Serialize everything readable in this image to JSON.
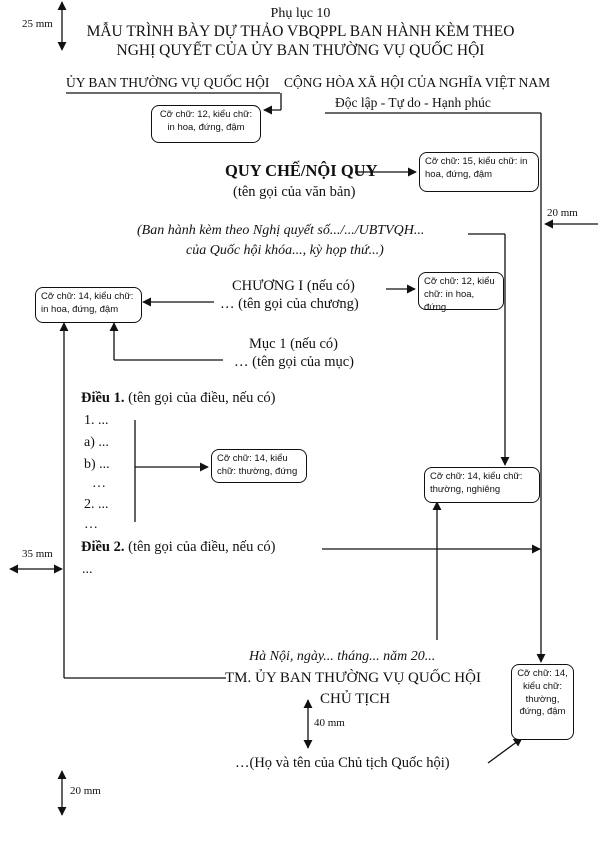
{
  "header": {
    "appendix": "Phụ lục 10",
    "title_line1": "MẪU TRÌNH BÀY DỰ THẢO VBQPPL BAN HÀNH KÈM THEO",
    "title_line2": "NGHỊ QUYẾT CỦA ỦY BAN THƯỜNG VỤ QUỐC HỘI"
  },
  "issuer": "ỦY BAN THƯỜNG VỤ QUỐC HỘI",
  "nation": {
    "name": "CỘNG HÒA XÃ HỘI CỦA NGHĨA VIỆT NAM",
    "motto": "Độc lập - Tự do - Hạnh phúc"
  },
  "doc": {
    "type": "QUY CHẾ/NỘI QUY",
    "name": "(tên gọi của văn bản)",
    "issued_line1": "(Ban hành kèm theo Nghị quyết số.../.../UBTVQH...",
    "issued_line2": "của Quốc hội khóa..., kỳ họp thứ...)",
    "chapter": "CHƯƠNG I (nếu có)",
    "chapter_name": "… (tên gọi của chương)",
    "section": "Mục 1 (nếu có)",
    "section_name": "… (tên gọi của mục)",
    "article1_label": "Điều 1.",
    "article1_name": " (tên gọi của điều, nếu có)",
    "items": [
      "1. ...",
      "a) ...",
      "b) ...",
      "…",
      "2. ...",
      "…"
    ],
    "article2_label": "Điều 2.",
    "article2_name": " (tên gọi của điều, nếu có)",
    "article2_more": "...",
    "place_date": "Hà Nội, ngày... tháng... năm 20...",
    "sign_org": "TM. ỦY BAN THƯỜNG VỤ QUỐC HỘI",
    "sign_title": "CHỦ TỊCH",
    "signer": "…(Họ và tên của Chủ tịch Quốc hội)"
  },
  "notes": {
    "n_issuer": [
      "Cỡ chữ: 12, kiểu chữ:",
      "in hoa, đứng, đậm"
    ],
    "n_type": [
      "Cỡ chữ: 15, kiểu chữ: in",
      "hoa, đứng, đậm"
    ],
    "n_chapter": [
      "Cỡ chữ: 12, kiểu",
      "chữ: in hoa, đứng"
    ],
    "n_left": [
      "Cỡ chữ: 14, kiểu chữ:",
      "in hoa, đứng, đậm"
    ],
    "n_items": [
      "Cỡ chữ: 14, kiểu",
      "chữ: thường, đứng"
    ],
    "n_italic": [
      "Cỡ chữ: 14, kiểu chữ:",
      "thường, nghiêng"
    ],
    "n_sign": [
      "Cỡ chữ: 14,",
      "kiểu chữ:",
      "thường,",
      "đứng, đậm"
    ]
  },
  "margins": {
    "top": "25 mm",
    "right": "20 mm",
    "left": "35 mm",
    "sign_gap": "40 mm",
    "bottom": "20 mm"
  }
}
